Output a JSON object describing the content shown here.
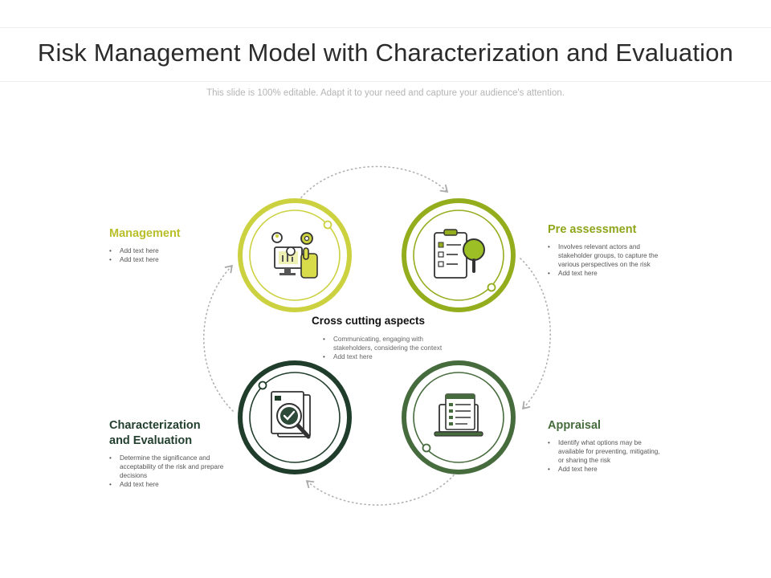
{
  "title": "Risk Management Model with Characterization and Evaluation",
  "subtitle": "This slide is 100% editable.  Adapt it to your need and capture your audience's attention.",
  "colors": {
    "management": "#c5c935",
    "pre_assessment": "#8fa61c",
    "characterization": "#23402f",
    "appraisal": "#466b3d",
    "dotted_arrow": "#b0b0b0"
  },
  "nodes": {
    "management": {
      "heading": "Management",
      "icon": "team-settings-touch-icon",
      "bullets": [
        "Add text here",
        "Add text here"
      ]
    },
    "pre_assessment": {
      "heading": "Pre assessment",
      "icon": "checklist-magnifier-icon",
      "bullets": [
        "Involves relevant actors and stakeholder groups, to capture the various perspectives on the risk",
        "Add text here"
      ]
    },
    "characterization": {
      "heading_line1": "Characterization",
      "heading_line2": "and Evaluation",
      "icon": "document-search-check-icon",
      "bullets": [
        "Determine the significance and acceptability of the risk and prepare decisions",
        "Add text here"
      ]
    },
    "appraisal": {
      "heading": "Appraisal",
      "icon": "laptop-list-icon",
      "bullets": [
        "Identify what options may be available for preventing, mitigating, or sharing the risk",
        "Add text here"
      ]
    },
    "center": {
      "heading": "Cross cutting aspects",
      "bullets": [
        "Communicating, engaging with stakeholders, considering the context",
        "Add text here"
      ]
    }
  }
}
